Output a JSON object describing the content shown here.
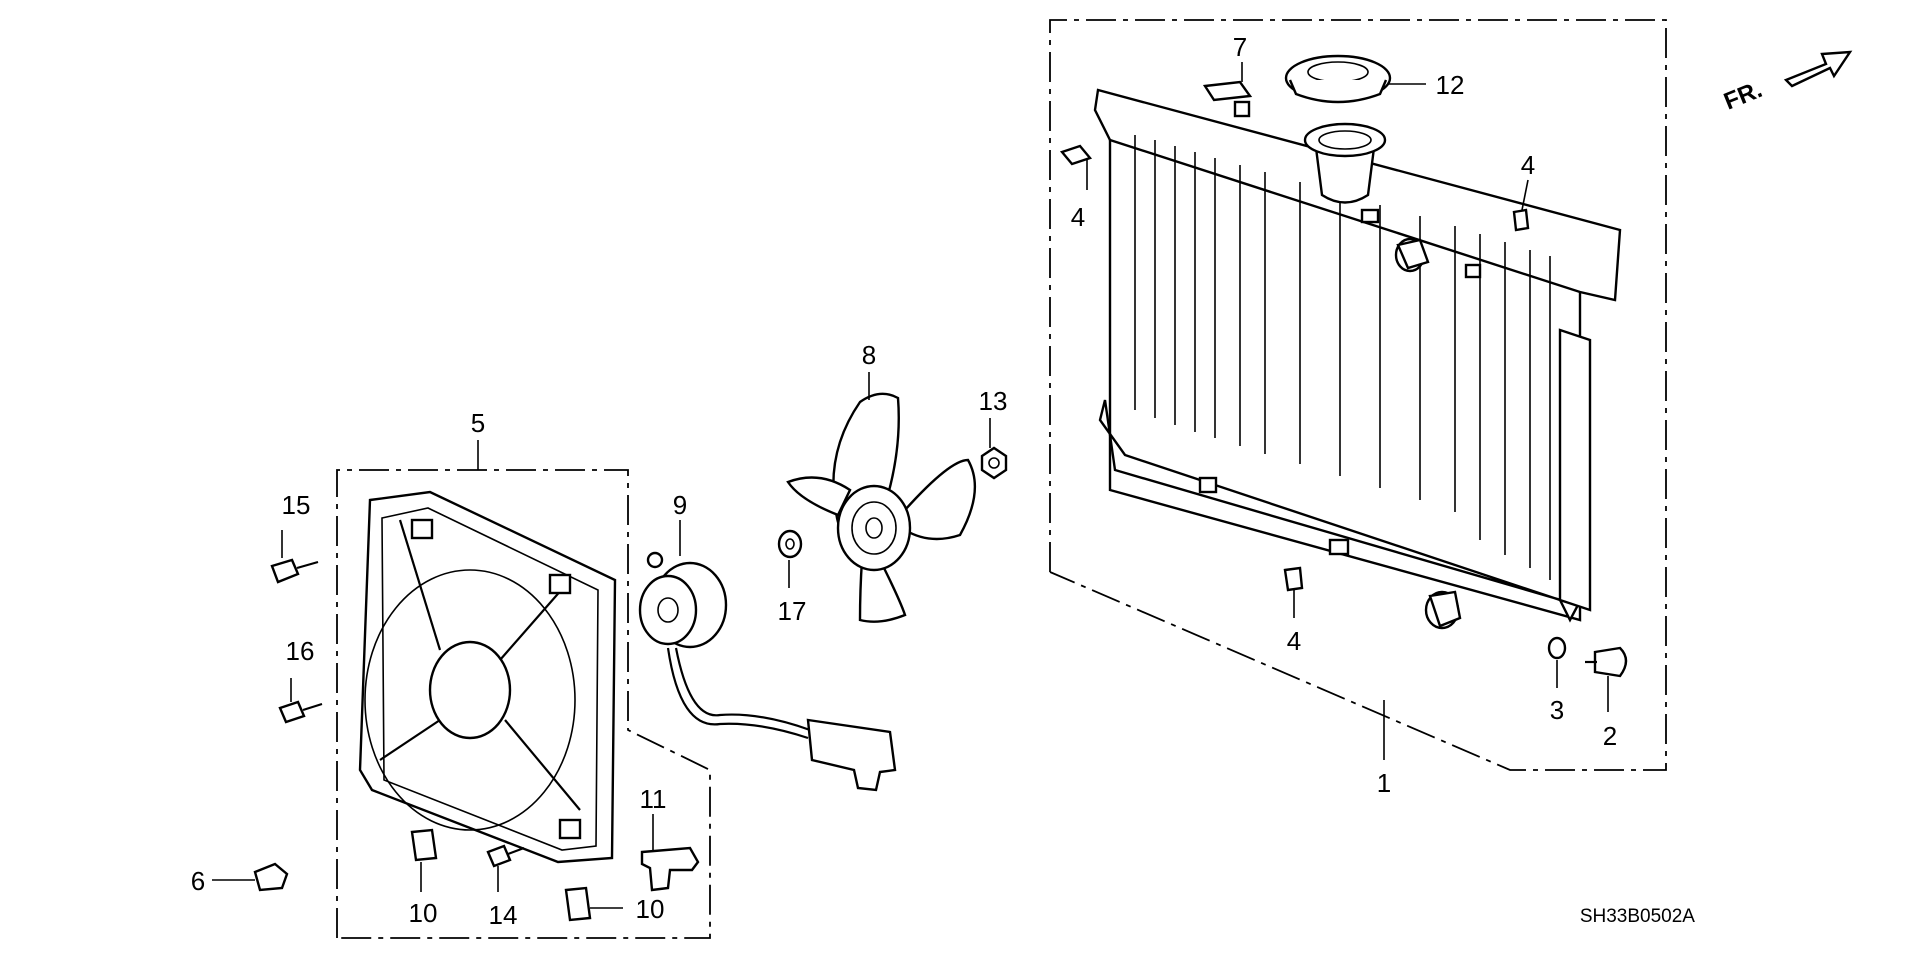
{
  "diagram": {
    "code": "SH33B0502A",
    "direction_label": "FR.",
    "parts": [
      {
        "id": "p1",
        "number": "1",
        "name": "radiator-assembly"
      },
      {
        "id": "p2",
        "number": "2",
        "name": "drain-plug"
      },
      {
        "id": "p3",
        "number": "3",
        "name": "drain-plug-washer"
      },
      {
        "id": "p4a",
        "number": "4",
        "name": "radiator-cushion-clip"
      },
      {
        "id": "p4b",
        "number": "4",
        "name": "radiator-cushion-clip"
      },
      {
        "id": "p4c",
        "number": "4",
        "name": "radiator-cushion-clip"
      },
      {
        "id": "p5",
        "number": "5",
        "name": "fan-shroud-assembly"
      },
      {
        "id": "p6",
        "number": "6",
        "name": "clip"
      },
      {
        "id": "p7",
        "number": "7",
        "name": "caution-label"
      },
      {
        "id": "p8",
        "number": "8",
        "name": "cooling-fan"
      },
      {
        "id": "p9",
        "number": "9",
        "name": "fan-motor"
      },
      {
        "id": "p10a",
        "number": "10",
        "name": "clip"
      },
      {
        "id": "p10b",
        "number": "10",
        "name": "clip"
      },
      {
        "id": "p11",
        "number": "11",
        "name": "bracket"
      },
      {
        "id": "p12",
        "number": "12",
        "name": "radiator-cap"
      },
      {
        "id": "p13",
        "number": "13",
        "name": "nut"
      },
      {
        "id": "p14",
        "number": "14",
        "name": "bolt"
      },
      {
        "id": "p15",
        "number": "15",
        "name": "bolt"
      },
      {
        "id": "p16",
        "number": "16",
        "name": "bolt"
      },
      {
        "id": "p17",
        "number": "17",
        "name": "washer"
      }
    ]
  }
}
